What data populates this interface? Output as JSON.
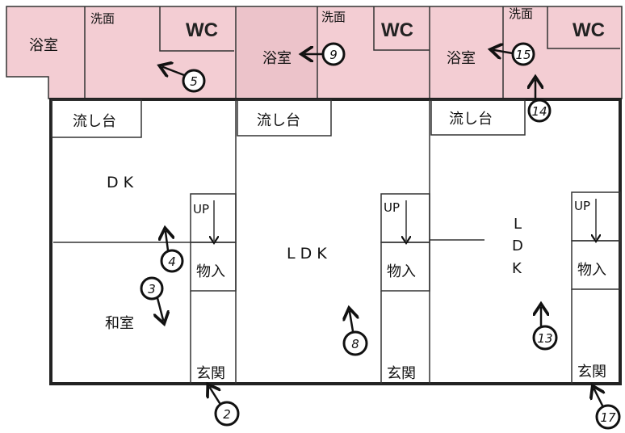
{
  "colors": {
    "wet_area": "#f3cdd3",
    "wall": "#222222",
    "marker": "#111111"
  },
  "units": [
    {
      "bath": "浴室",
      "wash": "洗面",
      "wc": "WC",
      "sink": "流し台",
      "room_upper": "DK",
      "room_lower": "和室",
      "up": "UP",
      "storage": "物入",
      "entrance": "玄関"
    },
    {
      "bath": "浴室",
      "wash": "洗面",
      "wc": "WC",
      "sink": "流し台",
      "room": "LDK",
      "up": "UP",
      "storage": "物入",
      "entrance": "玄関"
    },
    {
      "bath": "浴室",
      "wash": "洗面",
      "wc": "WC",
      "sink": "流し台",
      "room_v": [
        "L",
        "D",
        "K"
      ],
      "up": "UP",
      "storage": "物入",
      "entrance": "玄関"
    }
  ],
  "markers": [
    "5",
    "9",
    "15",
    "14",
    "4",
    "3",
    "8",
    "13",
    "2",
    "17"
  ]
}
